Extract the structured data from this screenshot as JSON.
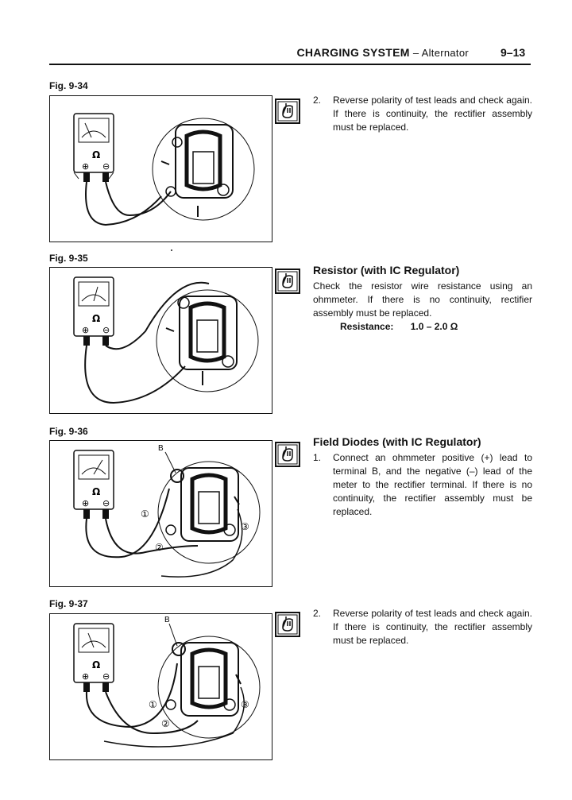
{
  "header": {
    "title": "CHARGING SYSTEM",
    "subtitle": "– Alternator",
    "page_number": "9–13"
  },
  "figures": [
    {
      "label": "Fig. 9-34"
    },
    {
      "label": "Fig. 9-35"
    },
    {
      "label": "Fig. 9-36",
      "callouts": [
        "B",
        "①",
        "②",
        "③"
      ]
    },
    {
      "label": "Fig. 9-37",
      "callouts": [
        "B",
        "①",
        "②",
        "③"
      ]
    }
  ],
  "meter": {
    "symbol": "Ω",
    "plus": "⊕",
    "minus": "⊖"
  },
  "sections": [
    {
      "icon": "pointing-hand-icon",
      "steps": [
        {
          "num": "2.",
          "text": "Reverse polarity of test leads and check again. If there is continuity, the rectifier assembly must be replaced."
        }
      ]
    },
    {
      "icon": "pointing-hand-icon",
      "heading": "Resistor (with IC Regulator)",
      "body": "Check the resistor wire resistance using an ohmmeter. If there is no continuity, rectifier assembly must be replaced.",
      "spec_label": "Resistance:",
      "spec_value": "1.0 – 2.0 Ω"
    },
    {
      "icon": "pointing-hand-icon",
      "heading": "Field Diodes (with IC Regulator)",
      "steps": [
        {
          "num": "1.",
          "text": "Connect an ohmmeter positive (+) lead to terminal B, and the negative (–) lead of the meter to the rectifier terminal. If there is no continuity, the rectifier assembly must be replaced."
        }
      ]
    },
    {
      "icon": "pointing-hand-icon",
      "steps": [
        {
          "num": "2.",
          "text": "Reverse polarity of test leads and check again. If there is continuity, the rectifier assembly must be replaced."
        }
      ]
    }
  ]
}
